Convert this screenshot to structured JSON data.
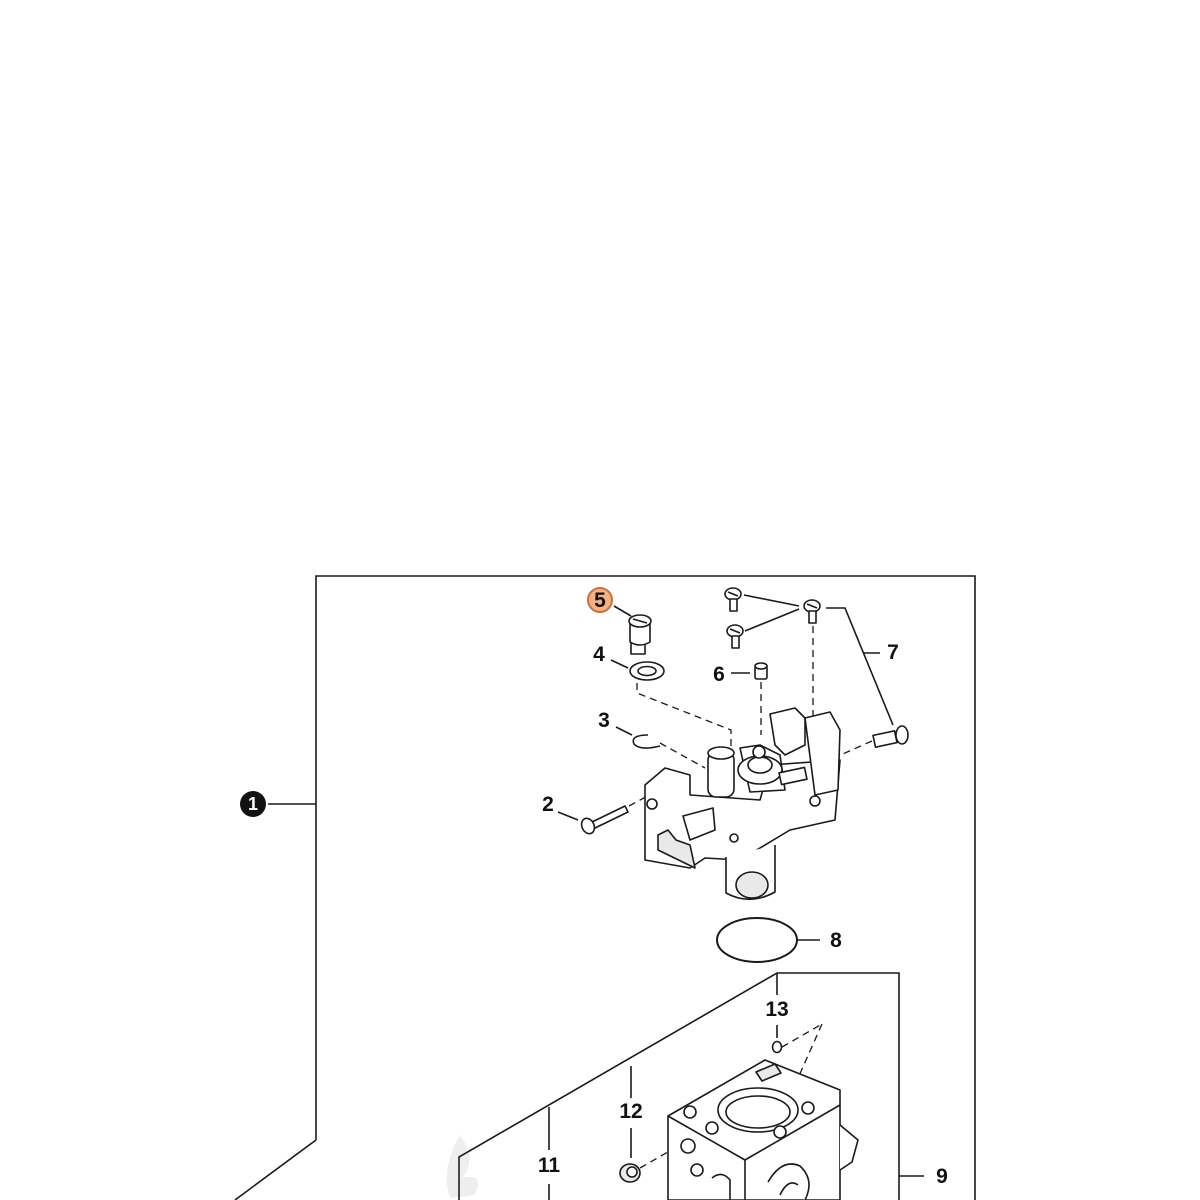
{
  "callouts": {
    "c1": "1",
    "c2": "2",
    "c3": "3",
    "c4": "4",
    "c5": "5",
    "c6": "6",
    "c7": "7",
    "c8": "8",
    "c9": "9",
    "c11": "11",
    "c12": "12",
    "c13": "13"
  },
  "colors": {
    "highlight_fill": "#f4b183",
    "highlight_stroke": "#c8733a",
    "line": "#1a1a1a"
  }
}
